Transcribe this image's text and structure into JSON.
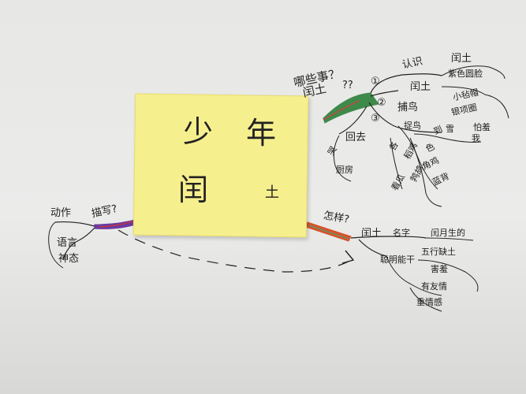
{
  "sticky_title": {
    "char_1": "少",
    "char_2": "年",
    "char_3": "闰",
    "char_4": "土"
  },
  "upper_branch": {
    "question": "哪些事？",
    "question_sub": "闰土",
    "question_marks": "??",
    "number_1": "①",
    "number_2": "②",
    "number_3": "③",
    "node_1": "认识",
    "node_1_leaf": "闰土",
    "node_1_sub": "闰土",
    "node_1_leaf_a": "紫色圆脸",
    "node_1_leaf_b": "小毡帽",
    "node_1_leaf_c": "银项圈",
    "node_1_leaf_d": "怕羞",
    "node_1_leaf_e": "我",
    "node_2": "捕鸟",
    "node_2_leaf_a": "捉鸟",
    "node_2_leaf_b": "雪",
    "node_2_leaf_c": "稻鸡",
    "node_2_leaf_d": "角鸡",
    "node_2_leaf_e": "鹁鸪",
    "node_2_leaf_f": "蓝背",
    "node_2_leaf_g": "看瓜",
    "node_2_leaf_h": "到",
    "node_2_leaf_i": "各",
    "node_2_leaf_j": "色",
    "node_3": "回去",
    "node_3_leaf_a": "厨房",
    "node_3_leaf_b": "哭"
  },
  "left_branch": {
    "question": "描写?",
    "leaf_a": "动作",
    "leaf_b": "语言",
    "leaf_c": "神态"
  },
  "lower_branch": {
    "question": "怎样?",
    "node": "闰土",
    "leaf_a": "名字",
    "leaf_b": "闰月生的",
    "leaf_c": "五行缺土",
    "leaf_d": "聪明能干",
    "leaf_e": "害羞",
    "leaf_f": "有友情",
    "leaf_g": "重情感"
  },
  "colors": {
    "paper": "#ebebea",
    "sticky": "#f6ef8e",
    "ink": "#1e1e1e",
    "branch_upper": "#3e8a4a",
    "branch_left": "#6a3aa0",
    "branch_lower": "#d6532b"
  }
}
